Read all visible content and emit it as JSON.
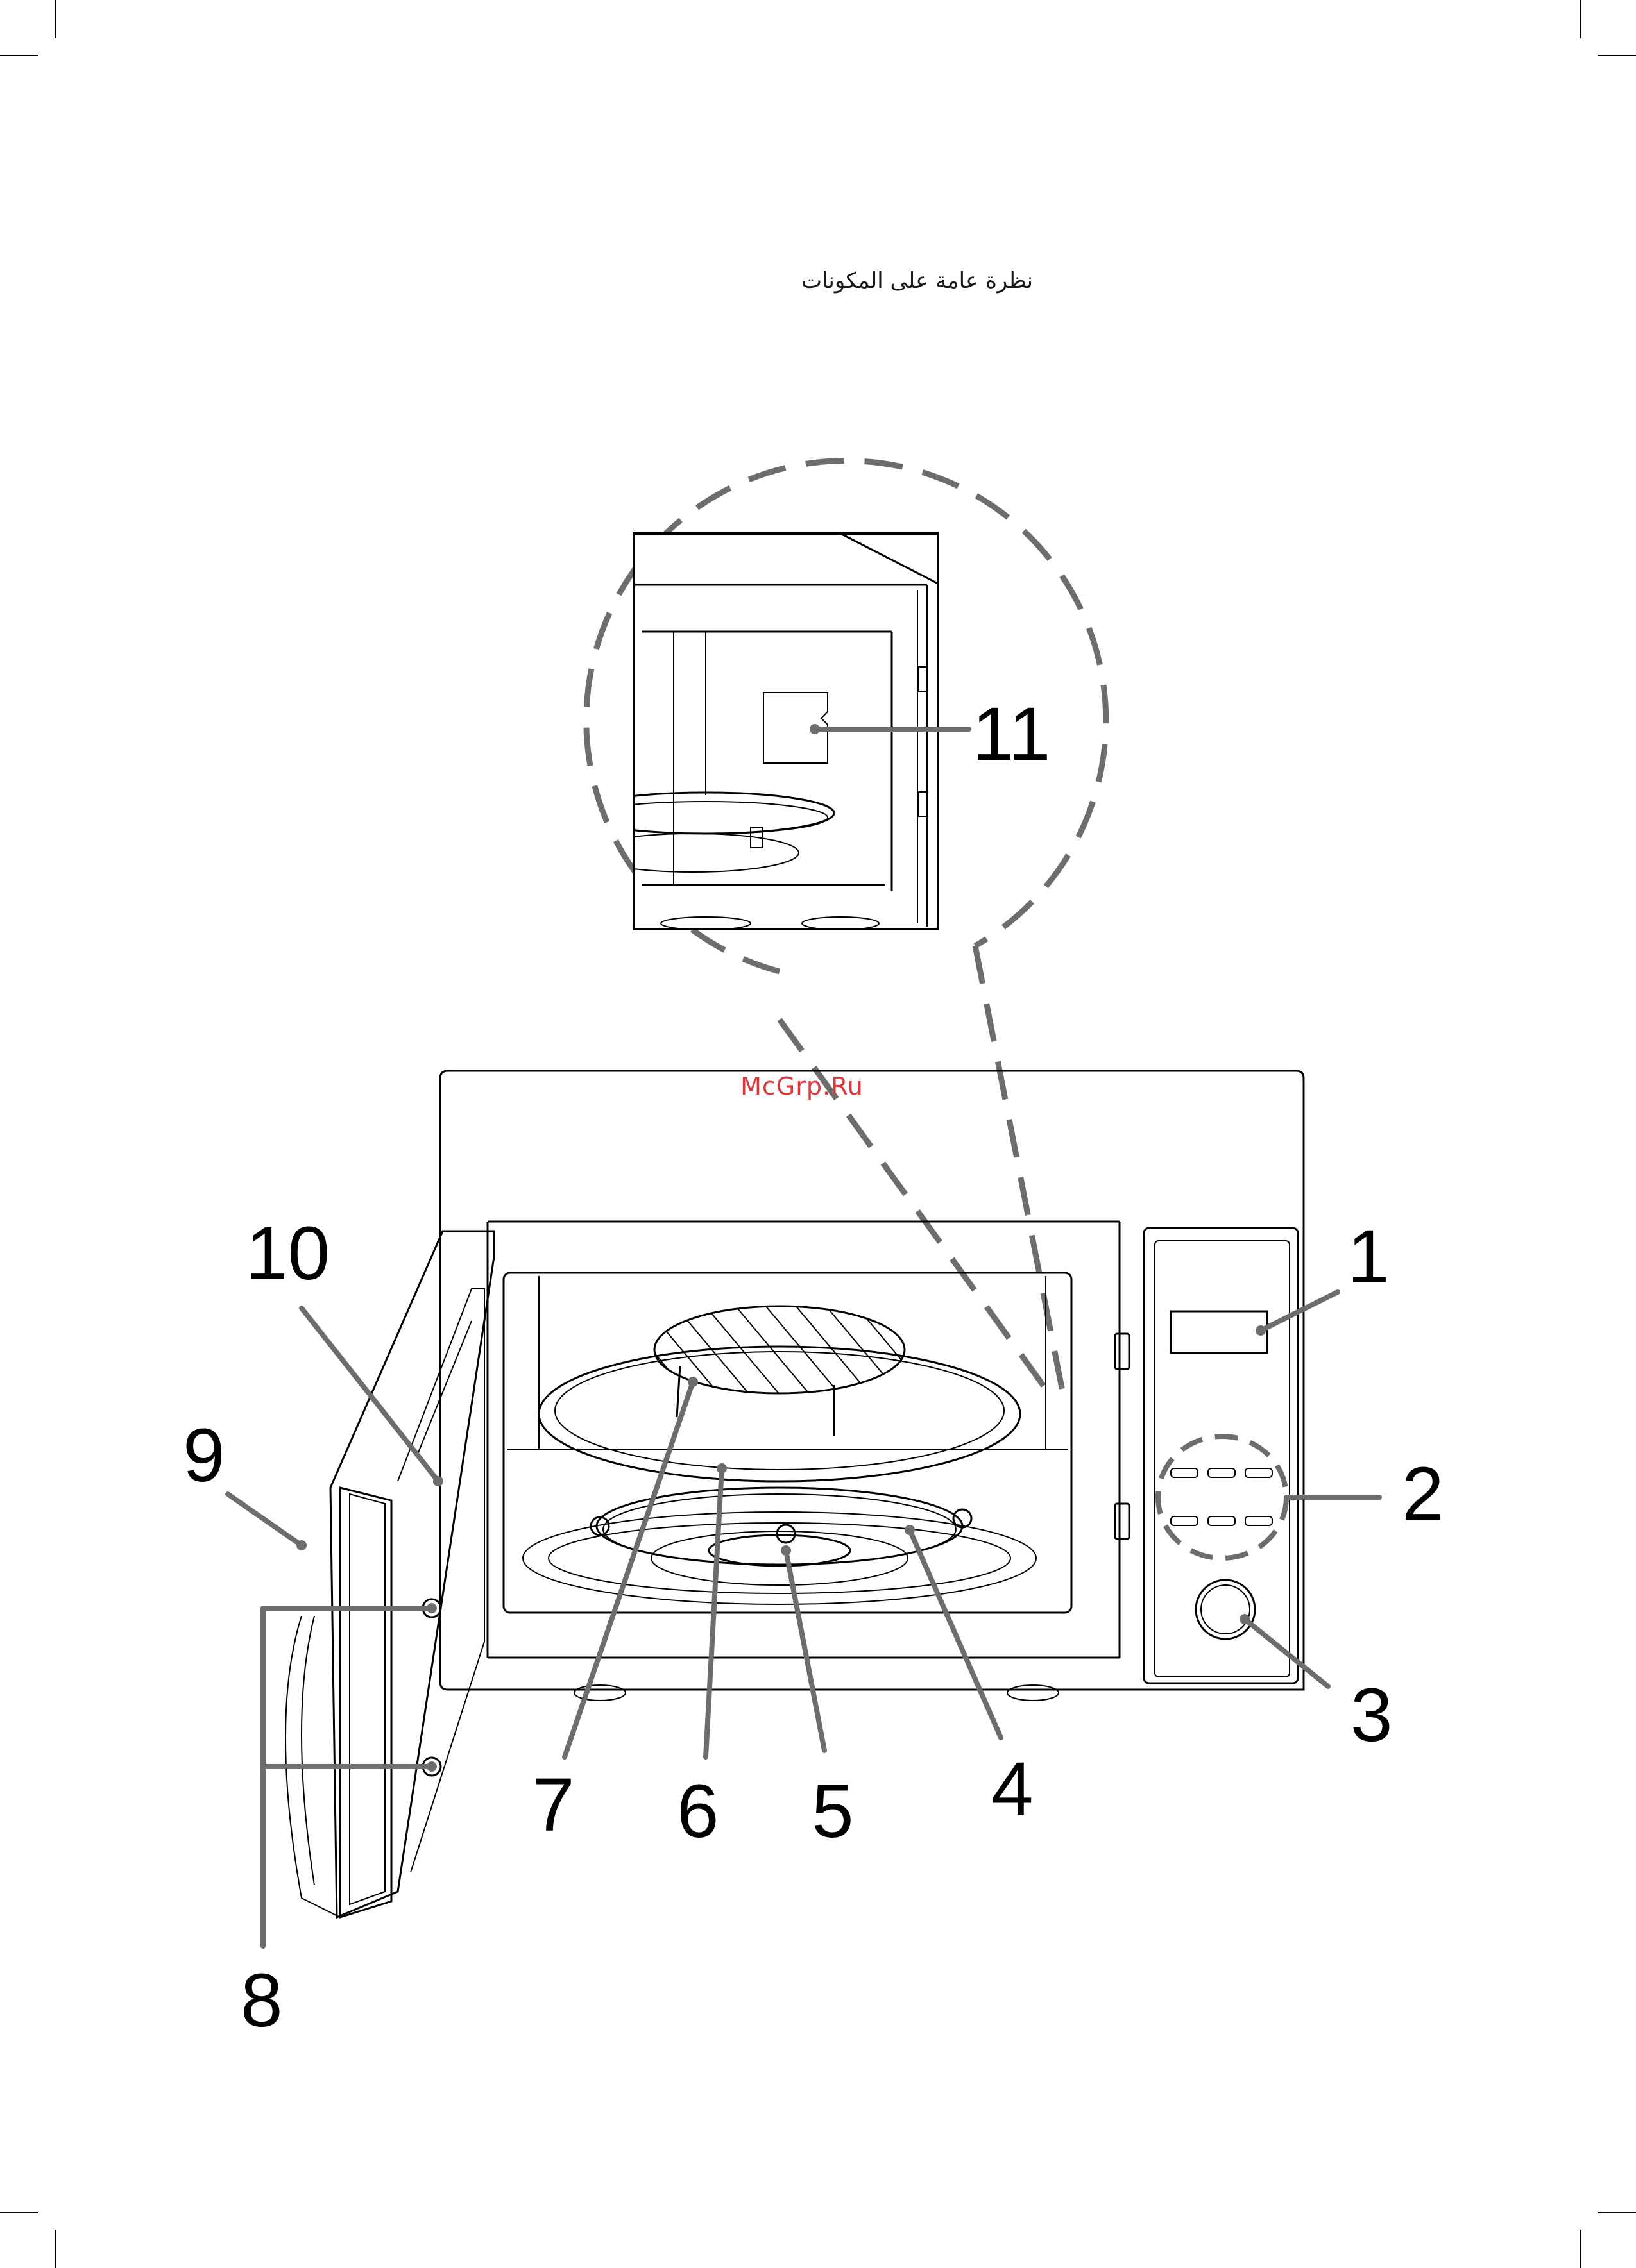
{
  "page": {
    "heading": "نظرة عامة على المكونات",
    "watermark": "McGrp.Ru"
  },
  "callouts": [
    {
      "id": "1",
      "text": "1"
    },
    {
      "id": "2",
      "text": "2"
    },
    {
      "id": "3",
      "text": "3"
    },
    {
      "id": "4",
      "text": "4"
    },
    {
      "id": "5",
      "text": "5"
    },
    {
      "id": "6",
      "text": "6"
    },
    {
      "id": "7",
      "text": "7"
    },
    {
      "id": "8",
      "text": "8"
    },
    {
      "id": "9",
      "text": "9"
    },
    {
      "id": "10",
      "text": "10"
    },
    {
      "id": "11",
      "text": "11"
    }
  ],
  "colors": {
    "callout_line": "#6d6d6d",
    "outline": "#000000",
    "watermark": "#d9393c"
  }
}
